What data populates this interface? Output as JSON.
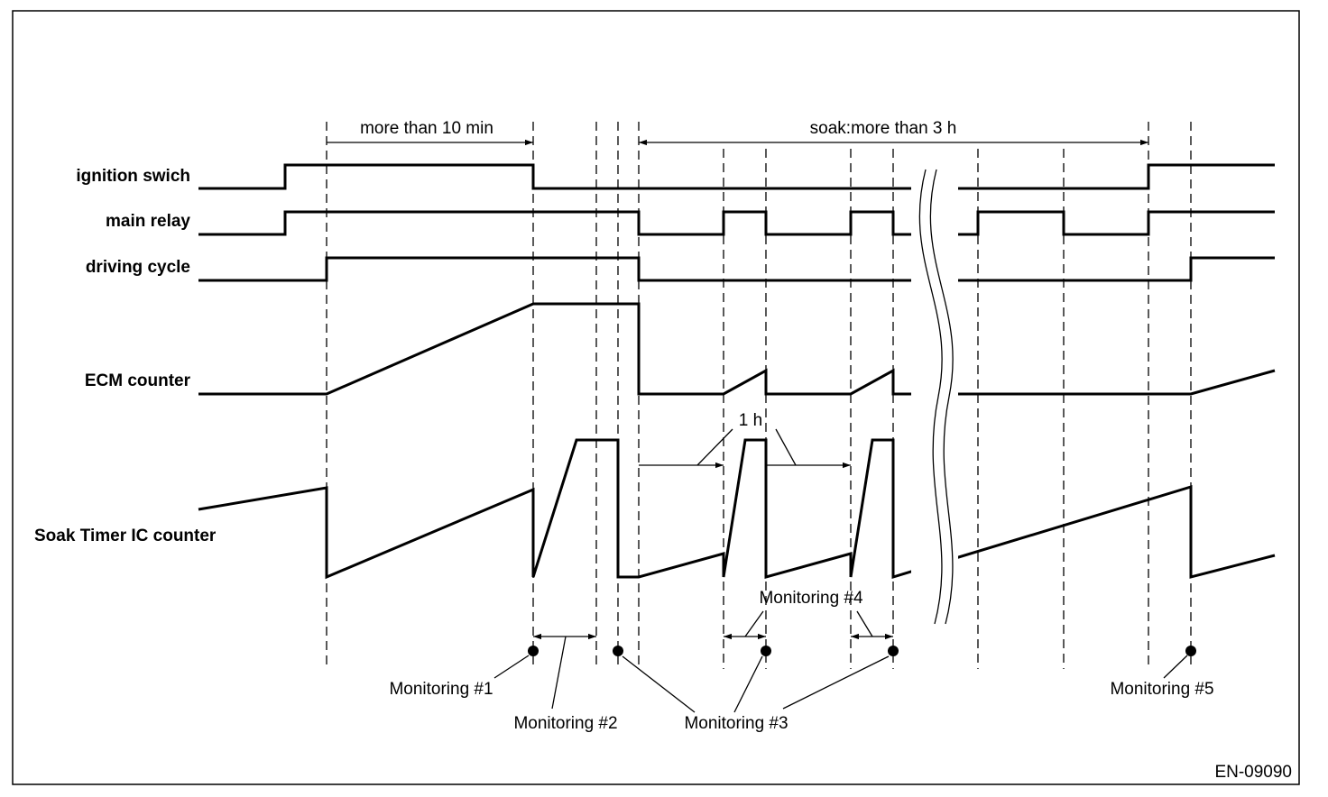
{
  "signals": {
    "ignition": "ignition swich",
    "main_relay": "main relay",
    "driving_cycle": "driving cycle",
    "ecm_counter": "ECM counter",
    "soak_timer": "Soak Timer IC counter"
  },
  "durations": {
    "more_than_10_min": "more than 10 min",
    "soak": "soak:more than 3 h",
    "one_hour": "1 h"
  },
  "monitoring": {
    "m1": "Monitoring #1",
    "m2": "Monitoring #2",
    "m3": "Monitoring #3",
    "m4": "Monitoring #4",
    "m5": "Monitoring #5"
  },
  "figure_id": "EN-09090"
}
